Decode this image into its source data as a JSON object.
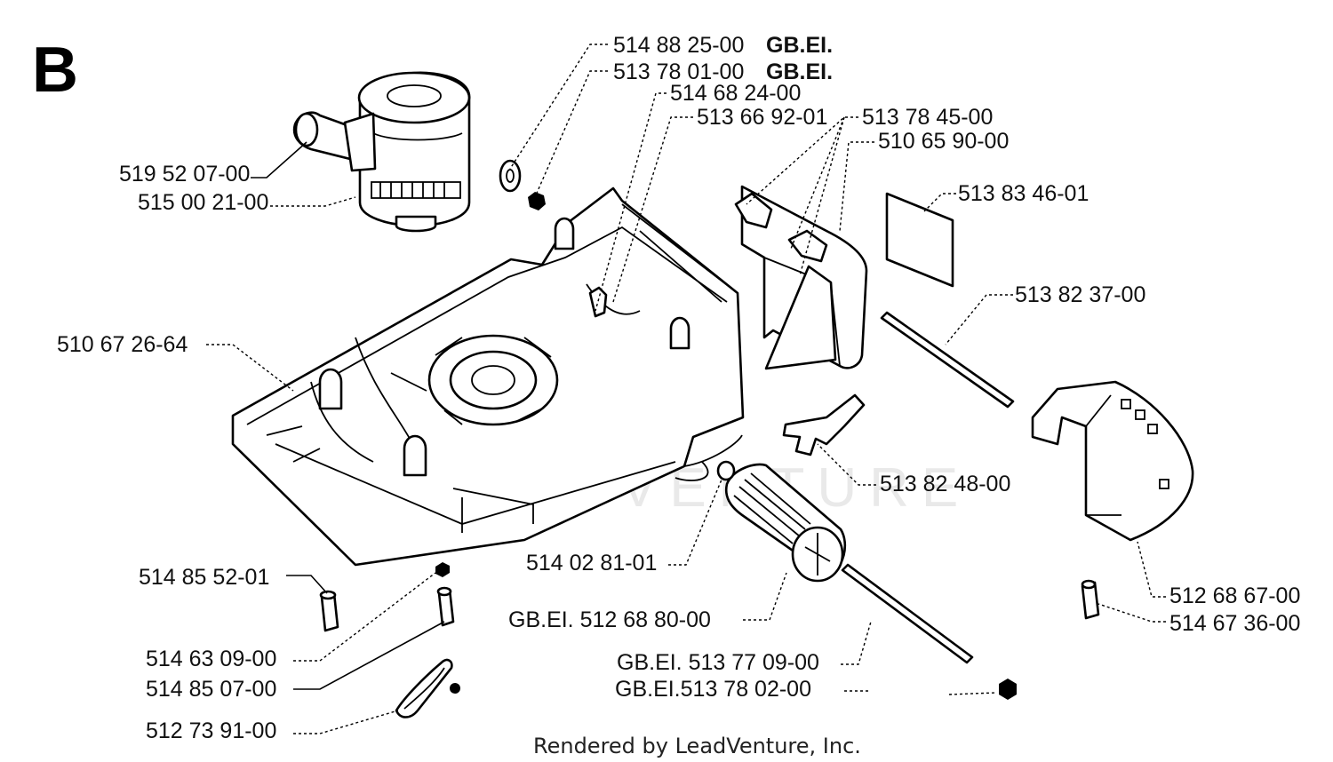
{
  "section_letter": "B",
  "watermark": "LEADVENTURE",
  "credit": "Rendered by LeadVenture, Inc.",
  "labels": {
    "p514882500": "514 88 25-00",
    "p514882500_suffix": "GB.EI.",
    "p513780100": "513 78 01-00",
    "p513780100_suffix": "GB.EI.",
    "p514682400": "514 68 24-00",
    "p513669201": "513 66 92-01",
    "p513784500": "513 78 45-00",
    "p510659000": "510 65 90-00",
    "p519520700": "519 52 07-00",
    "p515002100": "515 00 21-00",
    "p513834601": "513 83 46-01",
    "p513823700": "513 82 37-00",
    "p510672664": "510 67 26-64",
    "p513824800": "513 82 48-00",
    "p514028101": "514 02 81-01",
    "p514855201": "514 85 52-01",
    "p512686700": "512 68 67-00",
    "p512688000": "GB.EI.  512 68 80-00",
    "p514673600": "514 67 36-00",
    "p514630900": "514 63 09-00",
    "p514850700": "514 85 07-00",
    "p513770900": "GB.EI. 513 77 09-00",
    "p513780200": "GB.EI.513 78 02-00",
    "p512739100": "512 73 91-00"
  }
}
